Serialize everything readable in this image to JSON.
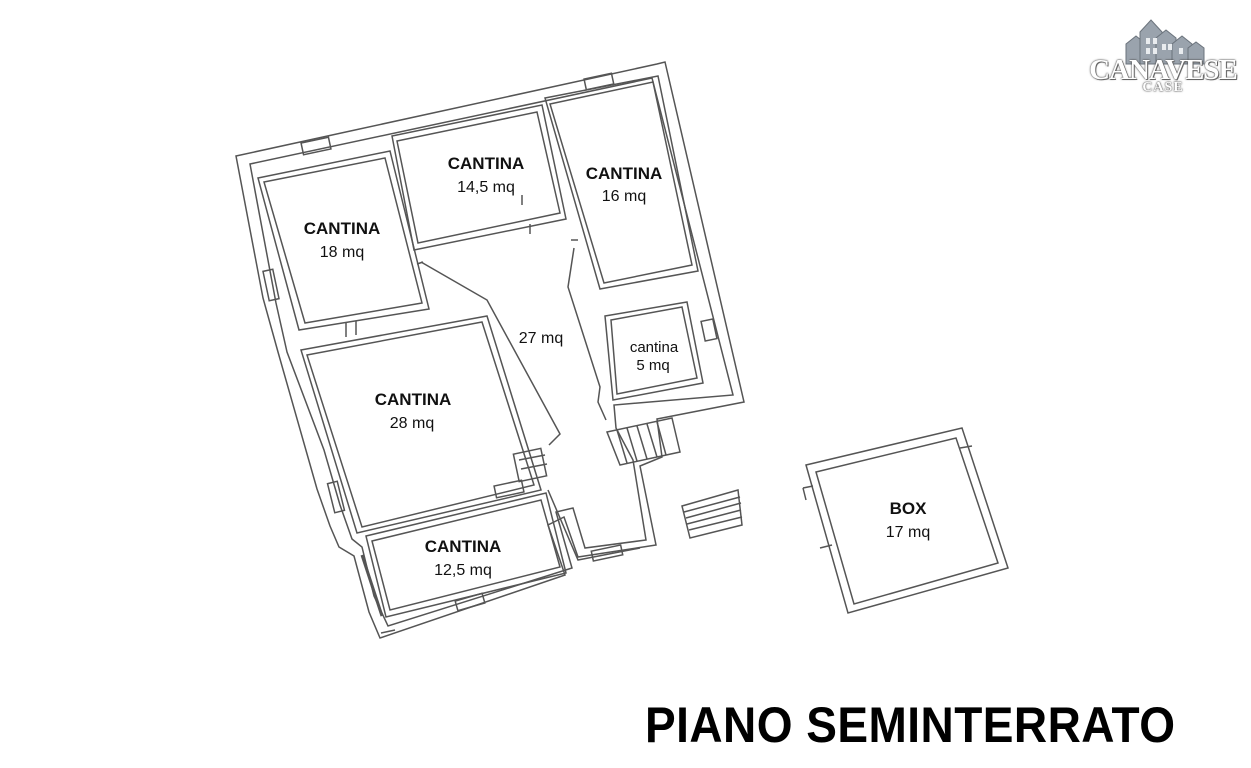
{
  "logo": {
    "name": "CANAVESE",
    "sub": "CASE",
    "icon": "house-skyline-icon"
  },
  "title": "PIANO SEMINTERRATO",
  "rooms": {
    "cantina_top_left": {
      "name": "CANTINA",
      "area": "18 mq"
    },
    "cantina_top_mid": {
      "name": "CANTINA",
      "area": "14,5 mq"
    },
    "cantina_top_right": {
      "name": "CANTINA",
      "area": "16 mq"
    },
    "corridor": {
      "area": "27 mq"
    },
    "cantina_small": {
      "name": "cantina",
      "area": "5 mq"
    },
    "cantina_big": {
      "name": "CANTINA",
      "area": "28 mq"
    },
    "cantina_bottom": {
      "name": "CANTINA",
      "area": "12,5 mq"
    },
    "box": {
      "name": "BOX",
      "area": "17 mq"
    }
  },
  "colors": {
    "wall": "#555555",
    "text": "#111111",
    "background": "#ffffff"
  }
}
